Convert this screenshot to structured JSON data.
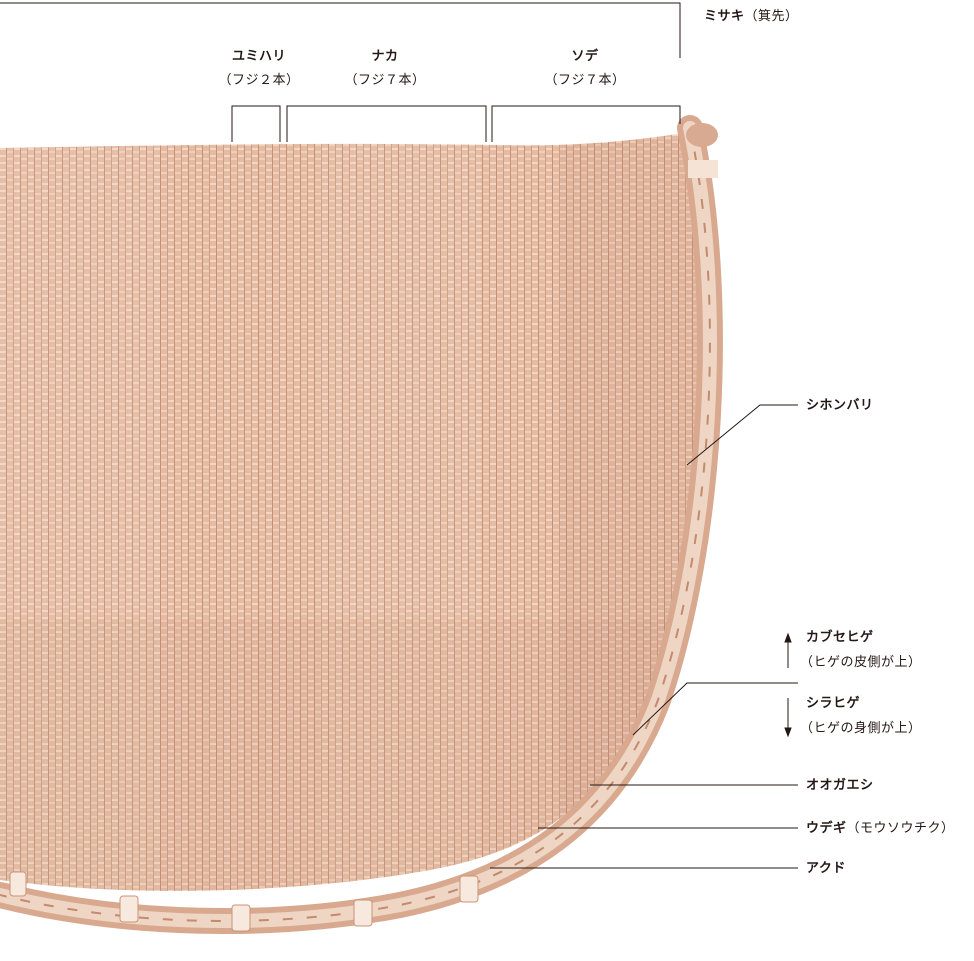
{
  "header": {
    "misaki_title": "ミサキ",
    "misaki_sub": "（箕先）"
  },
  "sections": [
    {
      "title": "ユミハリ",
      "sub": "（フジ２本）"
    },
    {
      "title": "ナカ",
      "sub": "（フジ７本）"
    },
    {
      "title": "ソデ",
      "sub": "（フジ７本）"
    }
  ],
  "callouts": {
    "shihonbari": "シホンバリ",
    "kabuse_title": "カブセヒゲ",
    "kabuse_sub": "（ヒゲの皮側が上）",
    "shira_title": "シラヒゲ",
    "shira_sub": "（ヒゲの身側が上）",
    "oogaeshi": "オオガエシ",
    "udegi_title": "ウデギ",
    "udegi_sub": "（モウソウチク）",
    "akudo": "アクド"
  },
  "colors": {
    "basket": "#e3b9a1",
    "basket_dark": "#c99478",
    "rim": "#ecd2bf",
    "line": "#231815"
  }
}
